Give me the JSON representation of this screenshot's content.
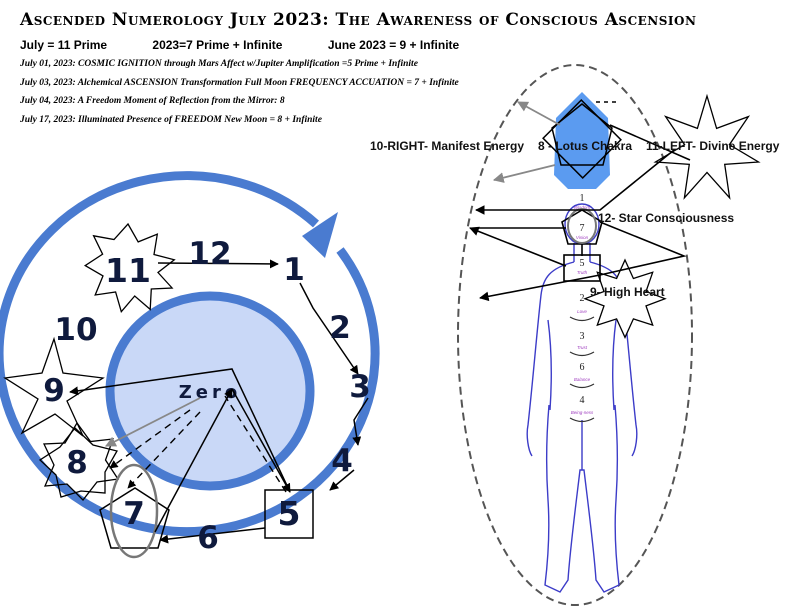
{
  "title": "Ascended Numerology July 2023: The Awareness of Conscious Ascension",
  "subtitle": {
    "july": "July = 11 Prime",
    "year": "2023=7 Prime + Infinite",
    "june": "June 2023 = 9 + Infinite"
  },
  "dates": [
    "July 01, 2023:  COSMIC IGNITION through Mars Affect w/Jupiter Amplification =5 Prime + Infinite",
    "July 03, 2023: Alchemical ASCENSION Transformation Full Moon FREQUENCY ACCUATION = 7 + Infinite",
    "July 04, 2023: A Freedom Moment of Reflection from the Mirror: 8",
    "July 17, 2023: Illuminated Presence of FREEDOM New Moon = 8 + Infinite"
  ],
  "wheel": {
    "center_label": "Zero",
    "numbers": {
      "n1": "1",
      "n2": "2",
      "n3": "3",
      "n4": "4",
      "n5": "5",
      "n6": "6",
      "n7": "7",
      "n8": "8",
      "n9": "9",
      "n10": "10",
      "n11": "11",
      "n12": "12"
    }
  },
  "body": {
    "labels": {
      "right": "10-RIGHT- Manifest Energy",
      "lotus": "8 - Lotus Chakra",
      "left": "11-LEFT- Divine Energy",
      "star": "12- Star Consciousness",
      "heart": "9- High Heart"
    },
    "chakras": [
      {
        "num": "1",
        "word": "Wisdom"
      },
      {
        "num": "7",
        "word": "Vision"
      },
      {
        "num": "5",
        "word": "Truth"
      },
      {
        "num": "2",
        "word": "Love"
      },
      {
        "num": "3",
        "word": "Trust"
      },
      {
        "num": "6",
        "word": "Balance"
      },
      {
        "num": "4",
        "word": "Being-ness"
      }
    ]
  },
  "colors": {
    "ring": "#4a7bd0",
    "center_fill": "#c9d8f7",
    "lotus_fill": "#5b9bf0",
    "figure_outline": "#3c3cc8",
    "number_text": "#0f1a3d"
  }
}
